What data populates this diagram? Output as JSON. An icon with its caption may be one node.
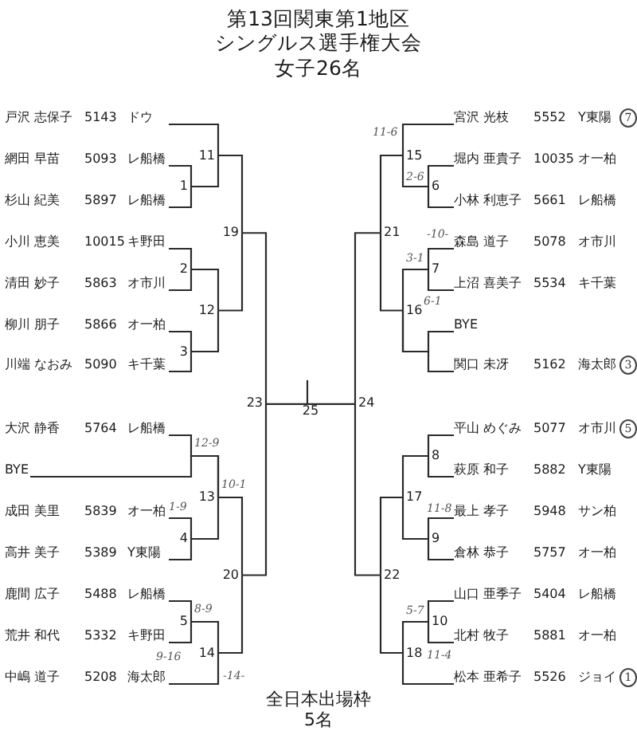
{
  "diagram": {
    "title": "第13回関東第1地区シングルス選手権大会",
    "nodes": [
      {
        "text": [
          "戸沢 志保子",
          "5143",
          "ドウ"
        ]
      },
      {
        "text": [
          "網田 早苗",
          "5093",
          "レ船橋"
        ]
      },
      {
        "text": [
          "杉山 紀美",
          "5897",
          "レ船橋"
        ]
      },
      {
        "text": [
          "小川 恵美",
          "10015",
          "キ野田"
        ]
      },
      {
        "text": [
          "清田 妙子",
          "5863",
          "オ市川"
        ]
      },
      {
        "text": [
          "柳川 朋子",
          "5866",
          "オ一柏"
        ]
      },
      {
        "text": [
          "川端 なおみ",
          "5090",
          "キ千葉"
        ]
      },
      {
        "text": [
          "大沢 静香",
          "5764",
          "レ船橋"
        ]
      },
      {
        "text": [
          "BYE"
        ]
      },
      {
        "text": [
          "成田 美里",
          "5839",
          "オ一柏"
        ]
      },
      {
        "text": [
          "高井 美子",
          "5389",
          "Y東陽"
        ]
      },
      {
        "text": [
          "鹿間 広子",
          "5488",
          "レ船橋"
        ]
      },
      {
        "text": [
          "荒井 和代",
          "5332",
          "キ野田"
        ]
      },
      {
        "text": [
          "中嶋 道子",
          "5208",
          "海太郎"
        ]
      },
      {
        "text": [
          "宮沢 光枝",
          "5552",
          "Y東陽"
        ],
        "beside": [
          "7"
        ]
      },
      {
        "text": [
          "堀内 亜貴子",
          "10035",
          "オ一柏"
        ]
      },
      {
        "text": [
          "小林 利恵子",
          "5661",
          "レ船橋"
        ]
      },
      {
        "text": [
          "森島 道子",
          "5078",
          "オ市川"
        ]
      },
      {
        "text": [
          "上沼 喜美子",
          "5534",
          "キ千葉"
        ]
      },
      {
        "text": [
          "BYE"
        ]
      },
      {
        "text": [
          "関口 未冴",
          "5162",
          "海太郎"
        ],
        "beside": [
          "3"
        ]
      },
      {
        "text": [
          "平山 めぐみ",
          "5077",
          "オ市川"
        ],
        "beside": [
          "5"
        ]
      },
      {
        "text": [
          "萩原 和子",
          "5882",
          "Y東陽"
        ]
      },
      {
        "text": [
          "最上 孝子",
          "5948",
          "サン柏"
        ]
      },
      {
        "text": [
          "倉林 恭子",
          "5757",
          "オ一柏"
        ]
      },
      {
        "text": [
          "山口 亜季子",
          "5404",
          "レ船橋"
        ]
      },
      {
        "text": [
          "北村 牧子",
          "5881",
          "オ一柏"
        ]
      },
      {
        "text": [
          "松本 亜希子",
          "5526",
          "ジョイ"
        ],
        "beside": [
          "1"
        ]
      },
      {
        "text": [
          "1"
        ]
      },
      {
        "text": [
          "2"
        ]
      },
      {
        "text": [
          "3"
        ]
      },
      {
        "text": [
          "4"
        ]
      },
      {
        "text": [
          "5"
        ]
      },
      {
        "text": [
          "6"
        ]
      },
      {
        "text": [
          "7"
        ]
      },
      {
        "text": [
          "8"
        ]
      },
      {
        "text": [
          "9"
        ]
      },
      {
        "text": [
          "10"
        ]
      },
      {
        "text": [
          "11"
        ]
      },
      {
        "text": [
          "12"
        ]
      },
      {
        "text": [
          "13"
        ]
      },
      {
        "text": [
          "14"
        ]
      },
      {
        "text": [
          "15"
        ]
      },
      {
        "text": [
          "16"
        ]
      },
      {
        "text": [
          "17"
        ]
      },
      {
        "text": [
          "18"
        ]
      },
      {
        "text": [
          "19"
        ]
      },
      {
        "text": [
          "20"
        ]
      },
      {
        "text": [
          "21"
        ]
      },
      {
        "text": [
          "22"
        ]
      },
      {
        "text": [
          "23"
        ]
      },
      {
        "text": [
          "24"
        ]
      },
      {
        "text": [
          "25"
        ]
      }
    ],
    "edges": [
      {
        "from": 1,
        "to": 28,
        "arrow": "none"
      },
      {
        "from": 2,
        "to": 28,
        "arrow": "none"
      },
      {
        "from": 0,
        "to": 38,
        "arrow": "none"
      },
      {
        "from": 28,
        "to": 38,
        "arrow": "none"
      },
      {
        "from": 3,
        "to": 29,
        "arrow": "none"
      },
      {
        "from": 4,
        "to": 29,
        "arrow": "none"
      },
      {
        "from": 5,
        "to": 30,
        "arrow": "none"
      },
      {
        "from": 6,
        "to": 30,
        "arrow": "none"
      },
      {
        "from": 29,
        "to": 39,
        "arrow": "none"
      },
      {
        "from": 30,
        "to": 39,
        "arrow": "none"
      },
      {
        "from": 38,
        "to": 46,
        "arrow": "none"
      },
      {
        "from": 39,
        "to": 46,
        "arrow": "none"
      },
      {
        "from": 7,
        "to": 40,
        "arrow": "none"
      },
      {
        "from": 8,
        "to": 40,
        "arrow": "none"
      },
      {
        "from": 9,
        "to": 31,
        "arrow": "none"
      },
      {
        "from": 10,
        "to": 31,
        "arrow": "none"
      },
      {
        "from": 31,
        "to": 40,
        "arrow": "none"
      },
      {
        "from": 11,
        "to": 32,
        "arrow": "none"
      },
      {
        "from": 12,
        "to": 32,
        "arrow": "none"
      },
      {
        "from": 32,
        "to": 41,
        "arrow": "none"
      },
      {
        "from": 13,
        "to": 41,
        "arrow": "none"
      },
      {
        "from": 40,
        "to": 47,
        "arrow": "none"
      },
      {
        "from": 41,
        "to": 47,
        "arrow": "none"
      },
      {
        "from": 46,
        "to": 50,
        "arrow": "none"
      },
      {
        "from": 47,
        "to": 50,
        "arrow": "none"
      },
      {
        "from": 15,
        "to": 33,
        "arrow": "none"
      },
      {
        "from": 16,
        "to": 33,
        "arrow": "none"
      },
      {
        "from": 14,
        "to": 42,
        "arrow": "none"
      },
      {
        "from": 33,
        "to": 42,
        "arrow": "none"
      },
      {
        "from": 17,
        "to": 34,
        "arrow": "none"
      },
      {
        "from": 18,
        "to": 34,
        "arrow": "none"
      },
      {
        "from": 34,
        "to": 43,
        "arrow": "none"
      },
      {
        "from": 19,
        "to": 43,
        "arrow": "none"
      },
      {
        "from": 20,
        "to": 43,
        "arrow": "none"
      },
      {
        "from": 42,
        "to": 48,
        "arrow": "none"
      },
      {
        "from": 43,
        "to": 48,
        "arrow": "none"
      },
      {
        "from": 21,
        "to": 35,
        "arrow": "none"
      },
      {
        "from": 22,
        "to": 35,
        "arrow": "none"
      },
      {
        "from": 23,
        "to": 36,
        "arrow": "none"
      },
      {
        "from": 24,
        "to": 36,
        "arrow": "none"
      },
      {
        "from": 35,
        "to": 44,
        "arrow": "none"
      },
      {
        "from": 36,
        "to": 44,
        "arrow": "none"
      },
      {
        "from": 25,
        "to": 37,
        "arrow": "none"
      },
      {
        "from": 26,
        "to": 37,
        "arrow": "none"
      },
      {
        "from": 37,
        "to": 45,
        "arrow": "none"
      },
      {
        "from": 27,
        "to": 45,
        "arrow": "none"
      },
      {
        "from": 44,
        "to": 49,
        "arrow": "none"
      },
      {
        "from": 45,
        "to": 49,
        "arrow": "none"
      },
      {
        "from": 48,
        "to": 51,
        "arrow": "none"
      },
      {
        "from": 49,
        "to": 51,
        "arrow": "none"
      },
      {
        "from": 50,
        "to": 52,
        "arrow": "none"
      },
      {
        "from": 51,
        "to": 52,
        "arrow": "none"
      },
      {
        "from": 52,
        "to": null,
        "arrow": "none"
      }
    ],
    "labels": [
      "女子26名",
      "11-6",
      "2-6",
      "-10-",
      "3-1",
      "6-1",
      "12-9",
      "10-1",
      "1-9",
      "11-8",
      "8-9",
      "5-7",
      "11-4",
      "9-16",
      "-14-",
      "全日本出場枠5名"
    ]
  }
}
